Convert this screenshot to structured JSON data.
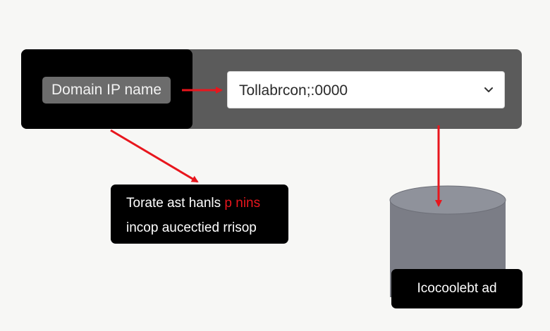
{
  "domain_block": {
    "label": "Domain IP name"
  },
  "address_select": {
    "value": "Tollabrcon;:0000",
    "icon": "chevron-down-icon"
  },
  "note": {
    "line1_text": "Torate ast hanls",
    "line1_highlight": "p nins",
    "line2_text": "incop aucectied rrisop"
  },
  "database": {
    "icon": "database-icon",
    "label": "Icocoolebt ad"
  },
  "colors": {
    "arrow": "#e8161d",
    "background": "#f7f7f5",
    "panel": "#5b5b5b",
    "block": "#000000",
    "cylinder": "#7b7d86",
    "highlight": "#e8161d"
  }
}
